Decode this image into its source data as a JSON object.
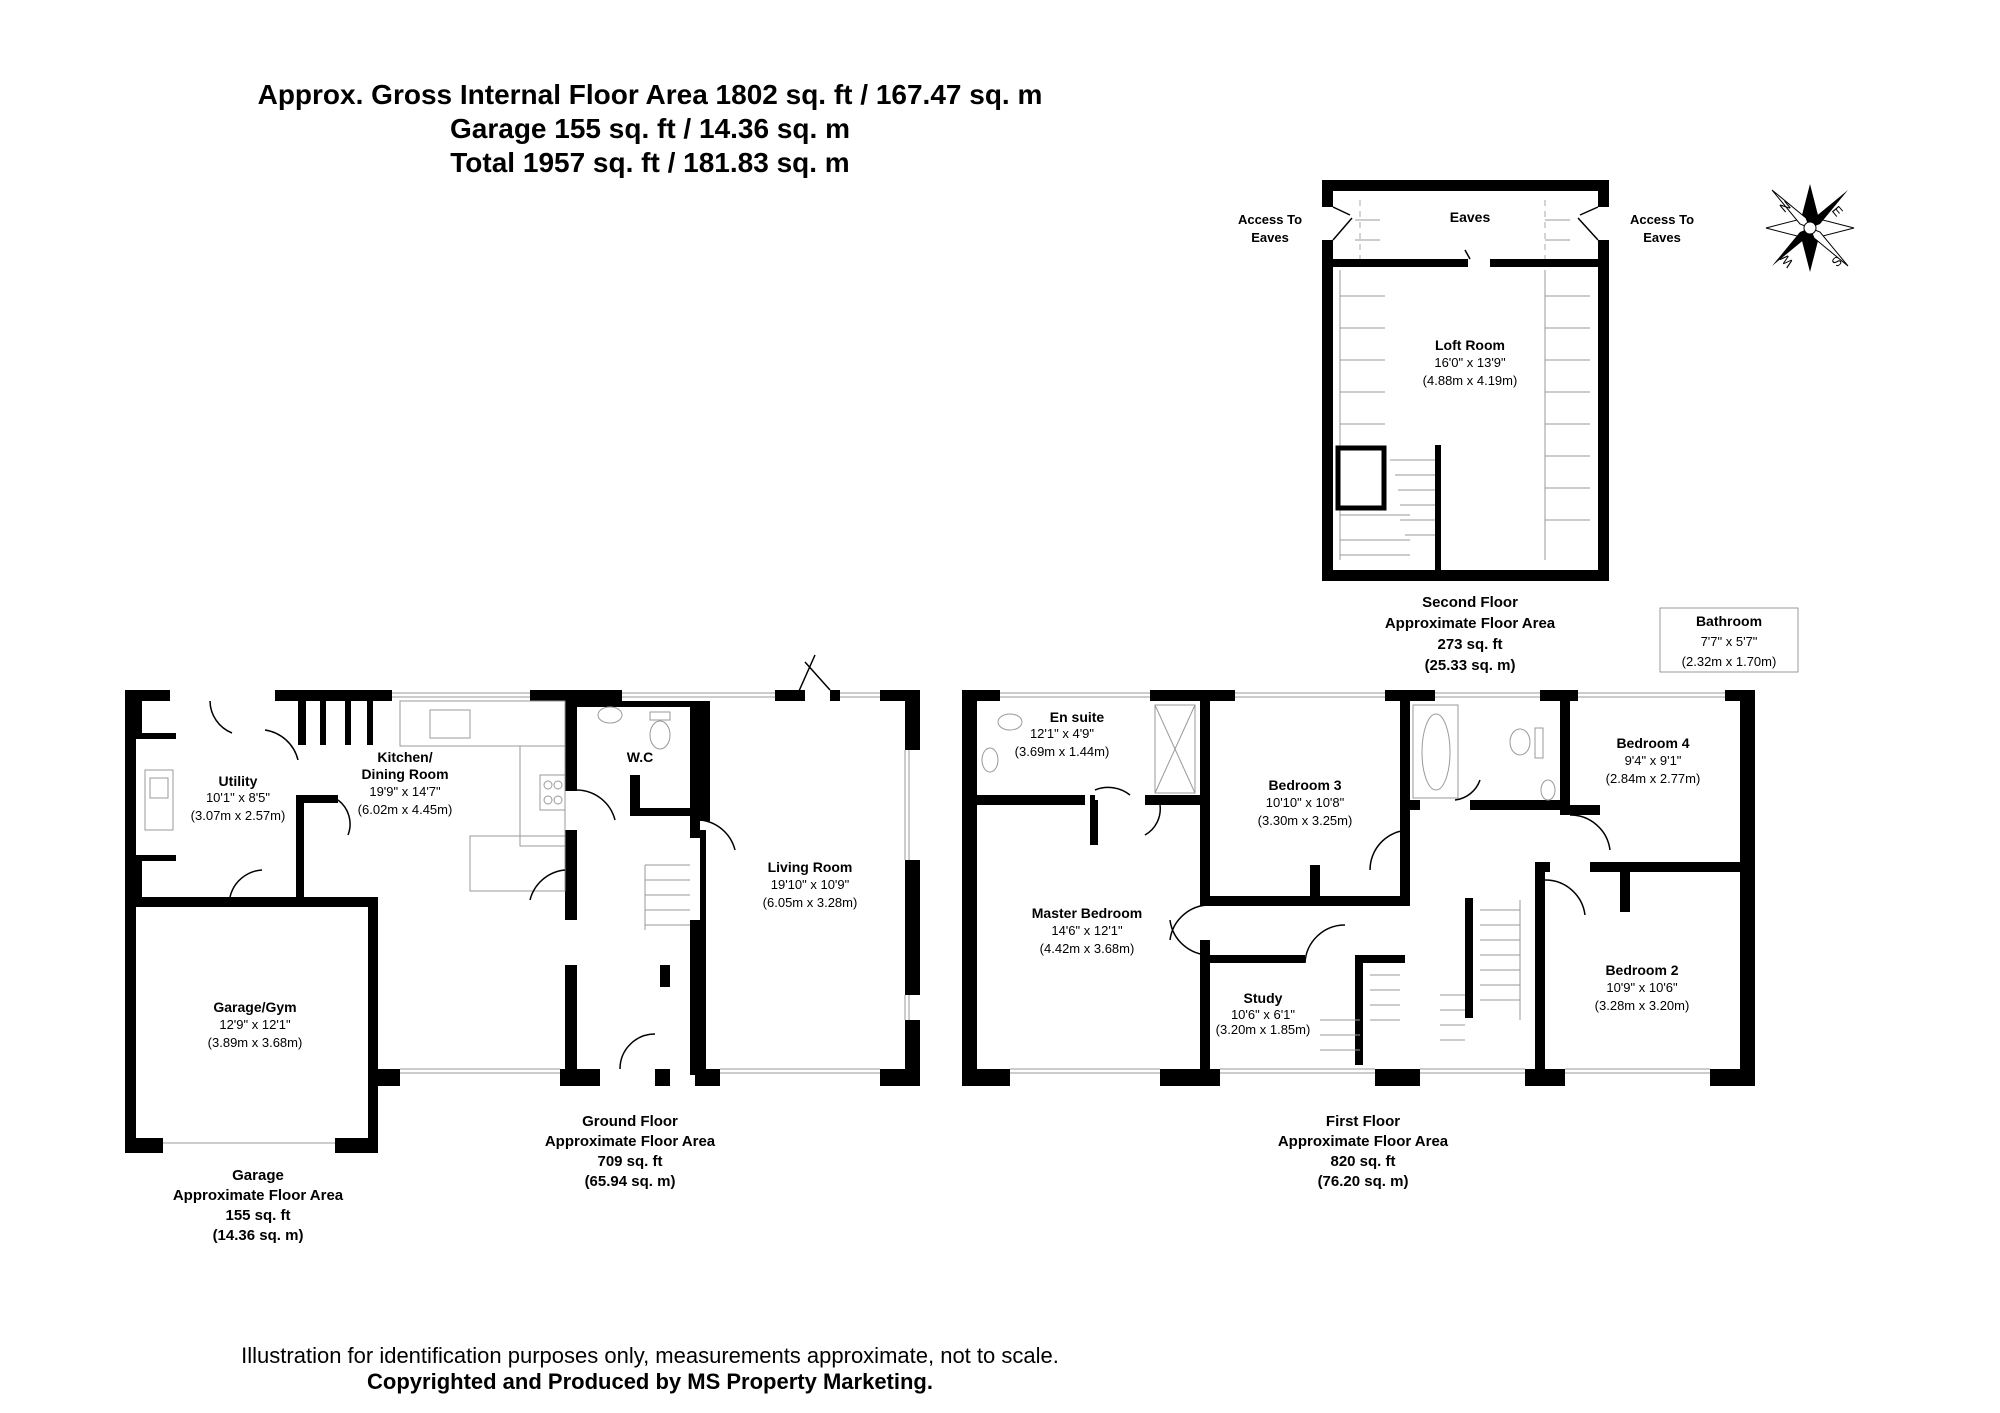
{
  "header": {
    "line1": "Approx. Gross Internal Floor Area 1802 sq. ft / 167.47 sq. m",
    "line2": "Garage 155 sq. ft / 14.36 sq. m",
    "line3": "Total 1957 sq. ft / 181.83 sq. m"
  },
  "compass": {
    "n": "N",
    "e": "E",
    "s": "S",
    "w": "W",
    "icon": "compass-rose-icon"
  },
  "second_floor": {
    "access_left": [
      "Access To",
      "Eaves"
    ],
    "access_right": [
      "Access To",
      "Eaves"
    ],
    "eaves": "Eaves",
    "loft": {
      "name": "Loft Room",
      "imperial": "16'0\" x 13'9\"",
      "metric": "(4.88m x 4.19m)"
    },
    "caption": [
      "Second Floor",
      "Approximate Floor Area",
      "273 sq. ft",
      "(25.33 sq. m)"
    ]
  },
  "bathroom_box": {
    "name": "Bathroom",
    "imperial": "7'7\" x 5'7\"",
    "metric": "(2.32m x 1.70m)"
  },
  "ground_floor": {
    "utility": {
      "name": "Utility",
      "imperial": "10'1\" x 8'5\"",
      "metric": "(3.07m x 2.57m)"
    },
    "kitchen": {
      "name1": "Kitchen/",
      "name2": "Dining Room",
      "imperial": "19'9\" x 14'7\"",
      "metric": "(6.02m x 4.45m)"
    },
    "wc": {
      "name": "W.C"
    },
    "living": {
      "name": "Living Room",
      "imperial": "19'10\" x 10'9\"",
      "metric": "(6.05m x 3.28m)"
    },
    "garage": {
      "name": "Garage/Gym",
      "imperial": "12'9\" x 12'1\"",
      "metric": "(3.89m x 3.68m)"
    },
    "caption": [
      "Ground Floor",
      "Approximate Floor Area",
      "709 sq. ft",
      "(65.94 sq. m)"
    ],
    "garage_caption": [
      "Garage",
      "Approximate Floor Area",
      "155 sq. ft",
      "(14.36 sq. m)"
    ]
  },
  "first_floor": {
    "ensuite": {
      "name": "En suite",
      "imperial": "12'1\" x 4'9\"",
      "metric": "(3.69m x 1.44m)"
    },
    "bed3": {
      "name": "Bedroom 3",
      "imperial": "10'10\" x 10'8\"",
      "metric": "(3.30m x 3.25m)"
    },
    "bed4": {
      "name": "Bedroom 4",
      "imperial": "9'4\" x 9'1\"",
      "metric": "(2.84m x 2.77m)"
    },
    "master": {
      "name": "Master Bedroom",
      "imperial": "14'6\" x 12'1\"",
      "metric": "(4.42m x 3.68m)"
    },
    "study": {
      "name": "Study",
      "imperial": "10'6\" x 6'1\"",
      "metric": "(3.20m x 1.85m)"
    },
    "bed2": {
      "name": "Bedroom 2",
      "imperial": "10'9\" x 10'6\"",
      "metric": "(3.28m x 3.20m)"
    },
    "caption": [
      "First Floor",
      "Approximate Floor Area",
      "820 sq. ft",
      "(76.20 sq. m)"
    ]
  },
  "footer": {
    "disclaimer": "Illustration for identification purposes only, measurements approximate, not to scale.",
    "copyright": "Copyrighted  and Produced by MS Property Marketing."
  }
}
